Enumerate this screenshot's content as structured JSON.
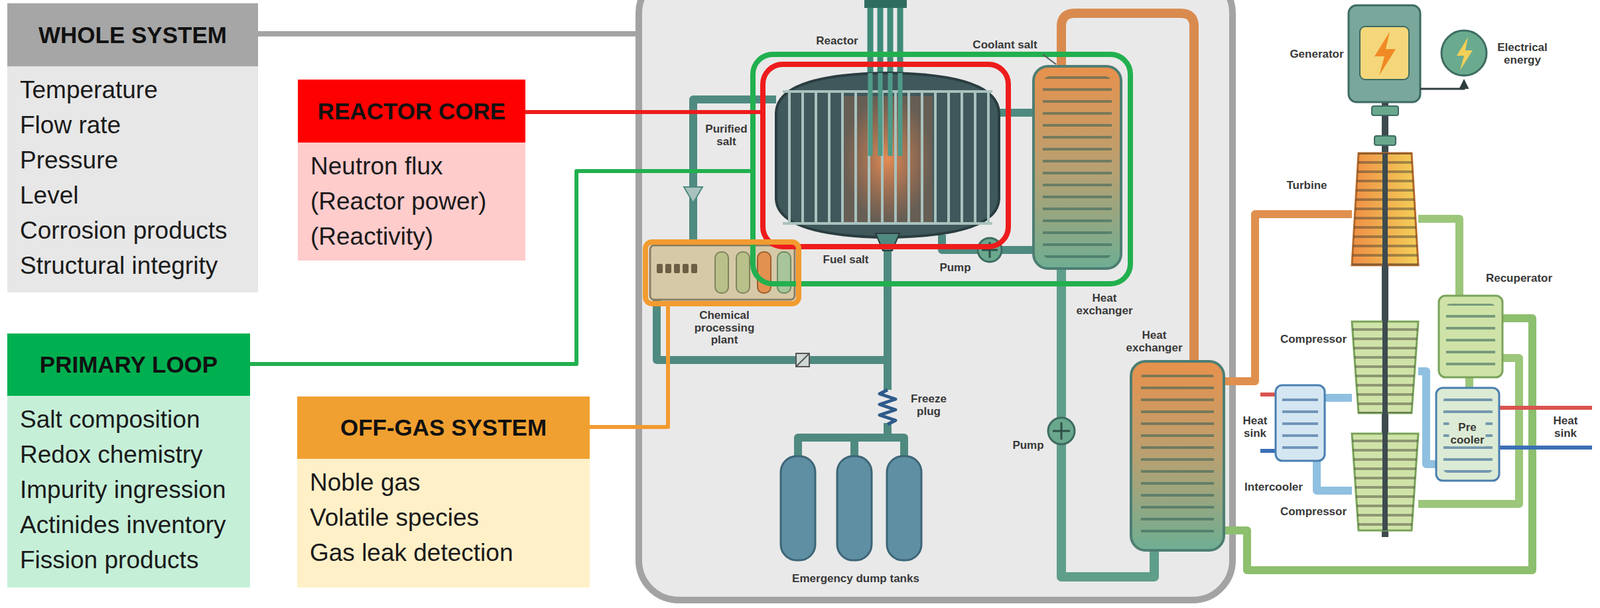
{
  "diagram": {
    "nodes": [
      {
        "text": [
          "WHOLE SYSTEM",
          "Temperature",
          "Flow rate",
          "Pressure",
          "Level",
          "Corrosion products",
          "Structural integrity"
        ]
      },
      {
        "text": [
          "REACTOR CORE",
          "Neutron flux",
          "(Reactor power)",
          "(Reactivity)"
        ]
      },
      {
        "text": [
          "PRIMARY LOOP",
          "Salt composition",
          "Redox chemistry",
          "Impurity ingression",
          "Actinides inventory",
          "Fission products"
        ]
      },
      {
        "text": [
          "OFF-GAS SYSTEM",
          "Noble gas",
          "Volatile species",
          "Gas leak detection"
        ]
      }
    ],
    "labels": [
      "Reactor",
      "Coolant salt",
      "Purified salt",
      "Fuel salt",
      "Pump",
      "Heat exchanger",
      "Chemical processing plant",
      "Freeze plug",
      "Emergency dump tanks",
      "Pump",
      "Heat exchanger",
      "Generator",
      "Electrical energy",
      "Turbine",
      "Recuperator",
      "Compressor",
      "Heat sink",
      "Pre cooler",
      "Heat sink",
      "Intercooler",
      "Compressor"
    ]
  }
}
